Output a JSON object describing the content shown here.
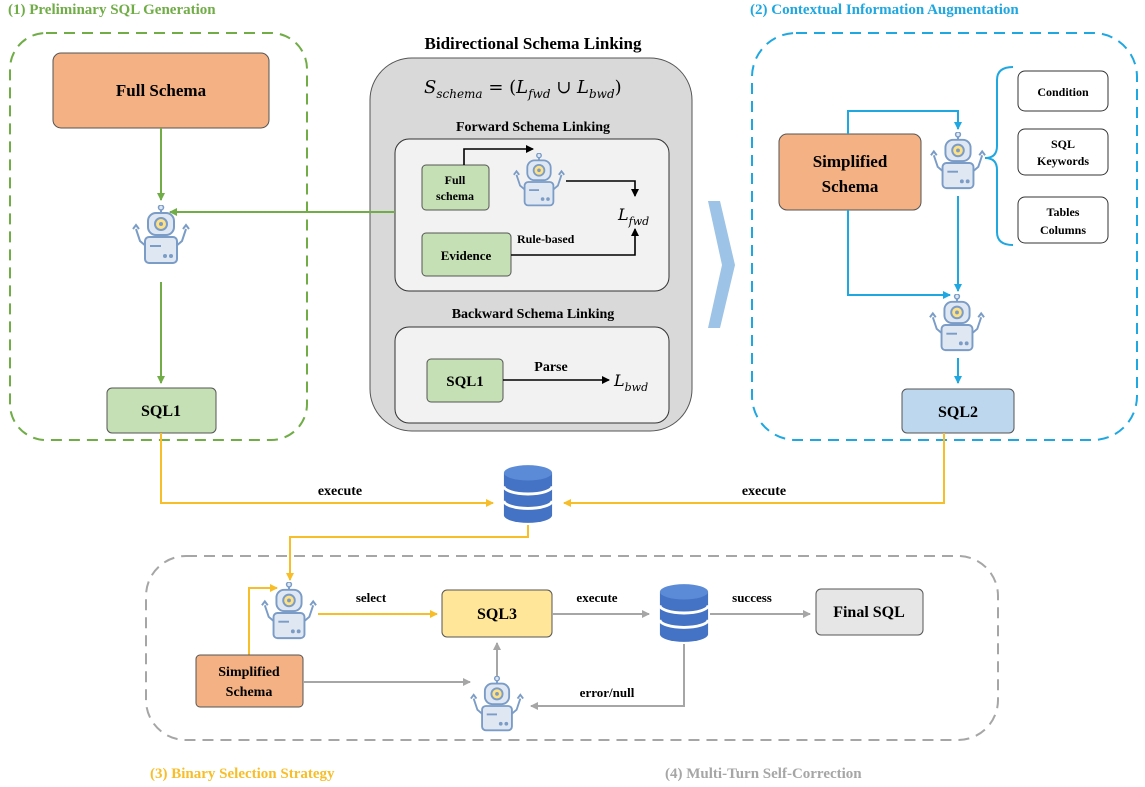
{
  "titles": {
    "prelim": "(1) Preliminary SQL Generation",
    "context": "(2) Contextual Information Augmentation",
    "bidir": "Bidirectional Schema Linking",
    "forward": "Forward Schema Linking",
    "backward": "Backward Schema Linking",
    "binary": "(3) Binary Selection Strategy",
    "multiturn": "(4) Multi-Turn Self-Correction"
  },
  "formulas": {
    "s_schema_S": "S",
    "s_schema_sub": "schema",
    "s_schema_mid": " = (",
    "l_fwd_L": "L",
    "l_fwd_sub": "fwd",
    "union": " ∪ ",
    "l_bwd_L": "L",
    "l_bwd_sub": "bwd",
    "close": ")"
  },
  "boxes": {
    "full_schema": "Full Schema",
    "sql1": "SQL1",
    "full_schema_small_1": "Full",
    "full_schema_small_2": "schema",
    "evidence": "Evidence",
    "rule_based": "Rule-based",
    "sql1_backward": "SQL1",
    "parse": "Parse",
    "simplified_schema_1": "Simplified",
    "simplified_schema_2": "Schema",
    "condition": "Condition",
    "sql_keywords_1": "SQL",
    "sql_keywords_2": "Keywords",
    "tables_columns_1": "Tables",
    "tables_columns_2": "Columns",
    "sql2": "SQL2",
    "sql3": "SQL3",
    "final_sql": "Final SQL"
  },
  "edge_labels": {
    "execute_left": "execute",
    "execute_right": "execute",
    "select": "select",
    "execute_mid": "execute",
    "success": "success",
    "error_null": "error/null"
  },
  "colors": {
    "green": "#70ad47",
    "blue": "#1ea7e1",
    "gold": "#f7be29",
    "gray": "#a6a6a6",
    "orange_fill": "#f4b183",
    "green_fill": "#c5e0b4",
    "blue_fill": "#bdd7ee",
    "yellow_fill": "#ffe699",
    "db_blue": "#4472c4"
  }
}
